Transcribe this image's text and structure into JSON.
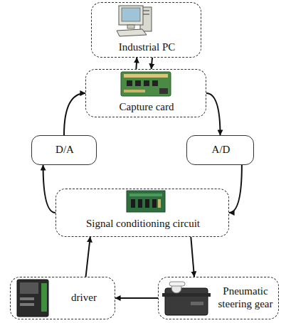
{
  "diagram": {
    "nodes": [
      {
        "text": [
          "Industrial PC"
        ]
      },
      {
        "text": [
          "Capture card"
        ]
      },
      {
        "text": [
          "D/A"
        ]
      },
      {
        "text": [
          "A/D"
        ]
      },
      {
        "text": [
          "Signal conditioning circuit"
        ]
      },
      {
        "text": [
          "driver"
        ]
      },
      {
        "text": [
          "Pneumatic steering gear"
        ]
      }
    ],
    "edges": [
      {
        "from": 1,
        "to": 0,
        "arrow": "to"
      },
      {
        "from": 0,
        "to": 1,
        "arrow": "to"
      },
      {
        "from": 2,
        "to": 1,
        "arrow": "to"
      },
      {
        "from": 1,
        "to": 3,
        "arrow": "to"
      },
      {
        "from": 3,
        "to": 4,
        "arrow": "to"
      },
      {
        "from": 4,
        "to": 2,
        "arrow": "to"
      },
      {
        "from": 5,
        "to": 4,
        "arrow": "to"
      },
      {
        "from": 4,
        "to": 6,
        "arrow": "to"
      },
      {
        "from": 6,
        "to": 5,
        "arrow": "to"
      }
    ]
  }
}
